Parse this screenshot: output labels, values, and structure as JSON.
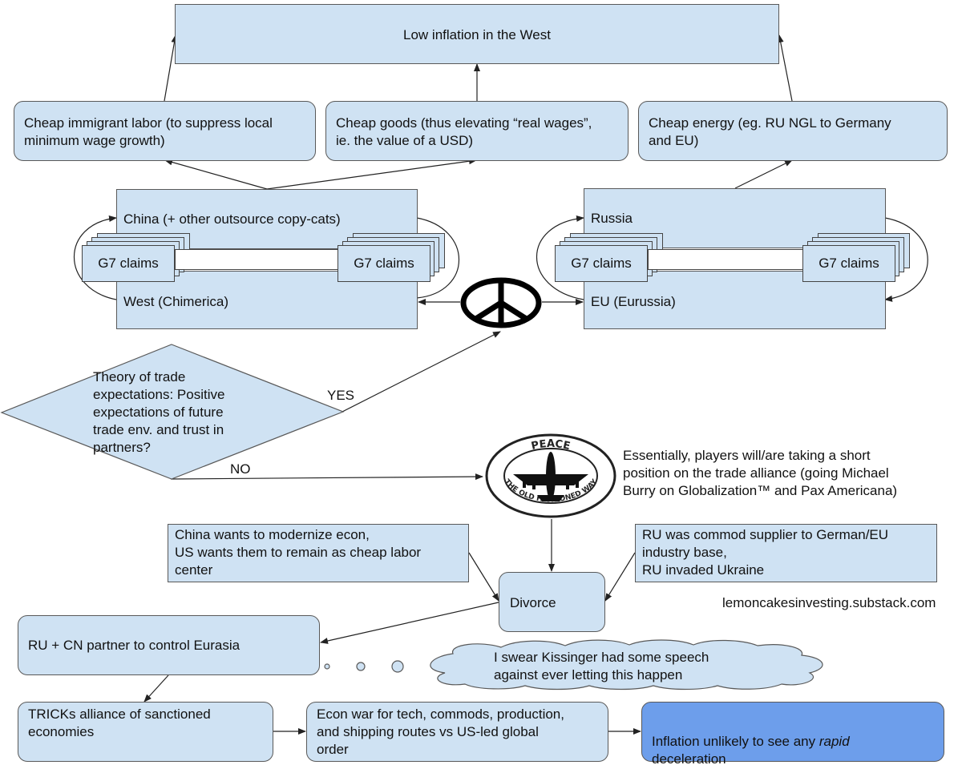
{
  "nodes": {
    "low_inflation": "Low inflation in the West",
    "immigrant_labor": "Cheap immigrant labor (to suppress local\nminimum wage growth)",
    "cheap_goods": "Cheap goods (thus elevating “real wages”,\nie. the value of a USD)",
    "cheap_energy": "Cheap energy (eg. RU NGL to Germany\nand EU)",
    "china": "China (+ other outsource copy-cats)",
    "west": "West (Chimerica)",
    "russia": "Russia",
    "eu": "EU (Eurussia)",
    "g7_claims": "G7 claims",
    "theory": "Theory of trade\nexpectations: Positive\nexpectations of future\ntrade env. and trust in\npartners?",
    "yes": "YES",
    "no": "NO",
    "short_position": "Essentially, players will/are taking a short\nposition on the trade alliance (going Michael\nBurry on Globalization™ and Pax Americana)",
    "china_modernize": "China wants to modernize econ,\nUS wants them to remain as cheap labor\ncenter",
    "ru_commod": "RU was commod supplier to German/EU\nindustry base,\nRU invaded Ukraine",
    "divorce": "Divorce",
    "watermark": "lemoncakesinvesting.substack.com",
    "ru_cn": "RU + CN partner to control Eurasia",
    "kissinger": "I swear Kissinger had some speech\nagainst ever letting this happen",
    "tricks": "TRICKs alliance of sanctioned\neconomies",
    "econ_war": "Econ war for tech, commods, production,\nand shipping routes vs US-led global\norder",
    "inflation_pre": "Inflation unlikely to see any ",
    "inflation_em": "rapid",
    "inflation_post": "deceleration",
    "peace_logo_top": "PEACE",
    "peace_logo_bottom": "THE OLD FASHIONED WAY"
  },
  "colors": {
    "box_fill": "#cfe2f3",
    "highlight_fill": "#6d9eeb",
    "stroke": "#595959"
  },
  "icons": [
    "peace-sign-icon",
    "bomber-peace-logo-icon",
    "thought-cloud-icon"
  ]
}
